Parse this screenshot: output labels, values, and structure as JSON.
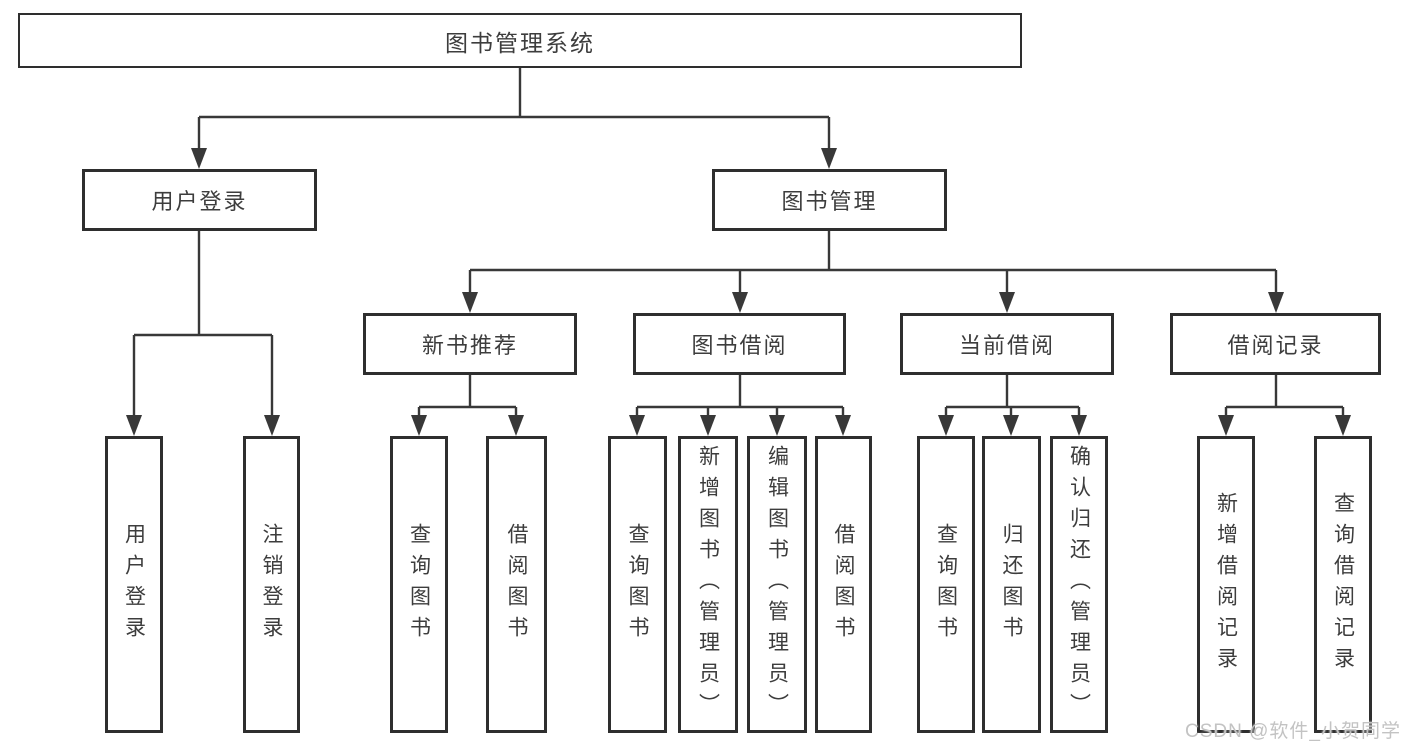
{
  "tree": {
    "root": {
      "label": "图书管理系统"
    },
    "branches": [
      {
        "label": "用户登录",
        "children": [
          {
            "label": "用户登录"
          },
          {
            "label": "注销登录"
          }
        ]
      },
      {
        "label": "图书管理",
        "children": [
          {
            "label": "新书推荐",
            "children": [
              {
                "label": "查询图书"
              },
              {
                "label": "借阅图书"
              }
            ]
          },
          {
            "label": "图书借阅",
            "children": [
              {
                "label": "查询图书"
              },
              {
                "label": "新增图书（管理员）"
              },
              {
                "label": "编辑图书（管理员）"
              },
              {
                "label": "借阅图书"
              }
            ]
          },
          {
            "label": "当前借阅",
            "children": [
              {
                "label": "查询图书"
              },
              {
                "label": "归还图书"
              },
              {
                "label": "确认归还（管理员）"
              }
            ]
          },
          {
            "label": "借阅记录",
            "children": [
              {
                "label": "新增借阅记录"
              },
              {
                "label": "查询借阅记录"
              }
            ]
          }
        ]
      }
    ]
  },
  "watermark": {
    "text": "CSDN @软件_小贺同学"
  },
  "colors": {
    "line": "#383838",
    "box_border": "#2e2e2e",
    "text": "#3d3d3d",
    "background": "#ffffff",
    "watermark": "#c3c3c3"
  }
}
